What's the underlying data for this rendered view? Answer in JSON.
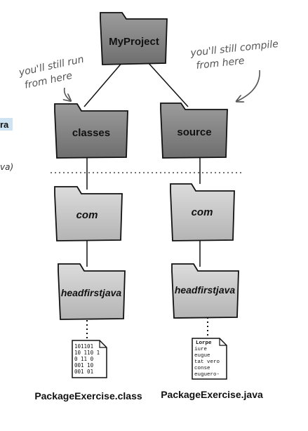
{
  "root_folder": {
    "label": "MyProject"
  },
  "annotations": {
    "run_note": [
      "you'll still run",
      "from here"
    ],
    "compile_note": [
      "you'll still compile",
      "from here"
    ]
  },
  "left_branch": {
    "top": "classes",
    "mid": "com",
    "bottom": "headfirstjava",
    "file_name": "PackageExercise.class",
    "file_lines": [
      "101101",
      "10 110 1",
      "0 11 0",
      "001 10",
      "001 01"
    ]
  },
  "right_branch": {
    "top": "source",
    "mid": "com",
    "bottom": "headfirstjava",
    "file_name": "PackageExercise.java",
    "file_lines": [
      "Lorpe",
      "iure",
      "eugue",
      "tat vero",
      "conse",
      "euguero-"
    ]
  },
  "margin_fragments": [
    "ra",
    "va)"
  ],
  "colors": {
    "folder_dark": "#8a8a8a",
    "folder_light": "#c8c8c8",
    "margin_highlight": "#cfe3f2"
  }
}
